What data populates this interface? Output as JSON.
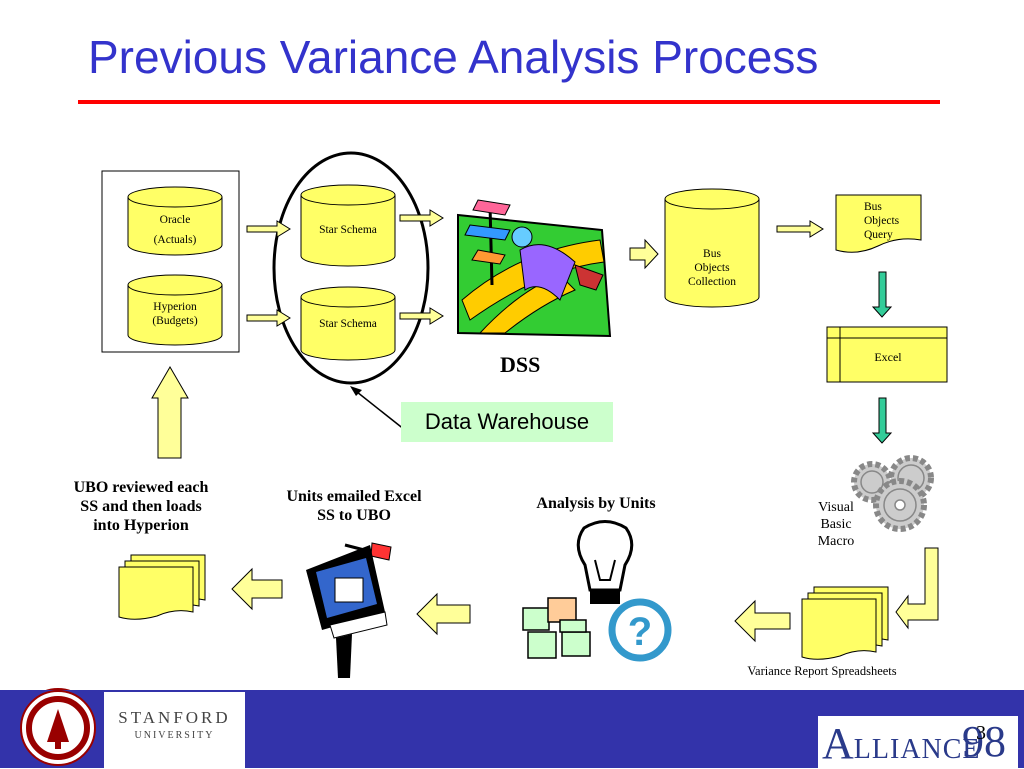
{
  "title": "Previous Variance Analysis Process",
  "nodes": {
    "oracle": [
      "Oracle",
      "(Actuals)"
    ],
    "hyperion": [
      "Hyperion",
      "(Budgets)"
    ],
    "star_schema_1": "Star Schema",
    "star_schema_2": "Star Schema",
    "dss": "DSS",
    "data_warehouse": "Data Warehouse",
    "bus_objects_collection": [
      "Bus",
      "Objects",
      "Collection"
    ],
    "bus_objects_query": [
      "Bus",
      "Objects",
      "Query"
    ],
    "excel": "Excel",
    "visual_basic_macro": [
      "Visual",
      "Basic",
      "Macro"
    ],
    "variance_report": "Variance Report Spreadsheets",
    "analysis_by_units": "Analysis by Units",
    "units_emailed": [
      "Units emailed Excel",
      "SS to UBO"
    ],
    "ubo_reviewed": [
      "UBO reviewed each",
      "SS and then loads",
      "into Hyperion"
    ]
  },
  "footer": {
    "stanford_name": "STANFORD",
    "stanford_univ": "UNIVERSITY",
    "alliance": "LLIANCE",
    "alliance_letter": "A",
    "year": "98",
    "page_number": "3"
  }
}
